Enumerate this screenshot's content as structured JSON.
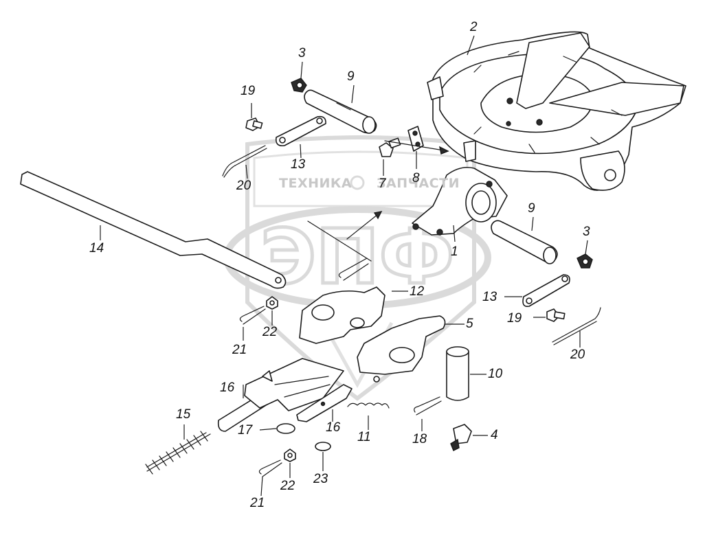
{
  "watermark": {
    "left_text": "ТЕХНИКА",
    "right_text": "ЗАПЧАСТИ",
    "logo_letters": "ЭПФ",
    "color": "#c7c7c7"
  },
  "labels": {
    "n1": "1",
    "n2": "2",
    "n3a": "3",
    "n3b": "3",
    "n4": "4",
    "n5": "5",
    "n7": "7",
    "n8": "8",
    "n9a": "9",
    "n9b": "9",
    "n10": "10",
    "n11": "11",
    "n12": "12",
    "n13a": "13",
    "n13b": "13",
    "n14": "14",
    "n15": "15",
    "n16a": "16",
    "n16b": "16",
    "n17": "17",
    "n18": "18",
    "n19a": "19",
    "n19b": "19",
    "n20a": "20",
    "n20b": "20",
    "n21a": "21",
    "n21b": "21",
    "n22a": "22",
    "n22b": "22",
    "n23": "23"
  }
}
